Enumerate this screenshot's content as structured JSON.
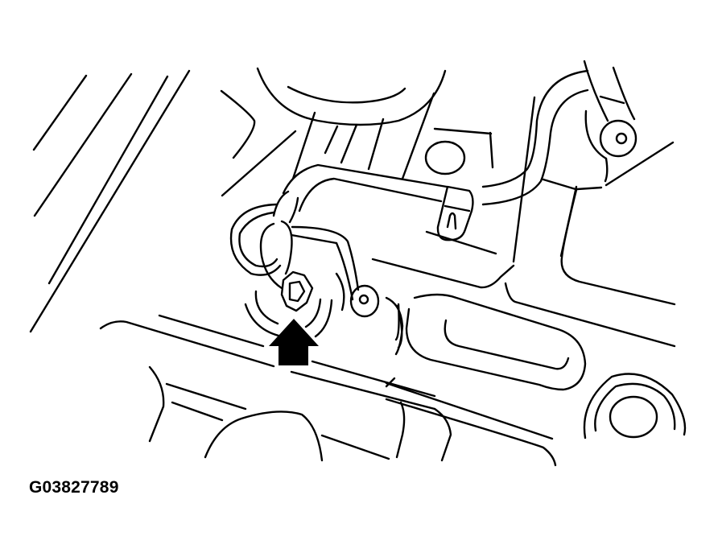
{
  "figure": {
    "id_label": "G03827789",
    "type": "technical line illustration",
    "background_color": "#ffffff",
    "line_color": "#000000"
  },
  "callouts": [
    {
      "kind": "arrow-up",
      "points_to": "hose fitting nut",
      "color": "#000000"
    }
  ],
  "components": [
    "pipe-with-bracket-clip",
    "hose-loop-fitting",
    "mounting-tab-bolt-hole-left",
    "mounting-tab-bolt-hole-right",
    "round-boss-with-concentric-rings",
    "slotted-recess",
    "housing-body-panels"
  ]
}
